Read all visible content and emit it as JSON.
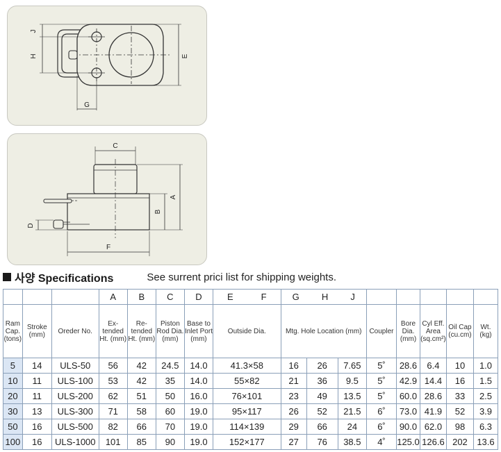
{
  "diagram_top": {
    "labels": {
      "j": "J",
      "h": "H",
      "e": "E",
      "g": "G"
    }
  },
  "diagram_bottom": {
    "labels": {
      "c": "C",
      "a": "A",
      "b": "B",
      "d": "D",
      "f": "F"
    }
  },
  "heading": {
    "title": "사양 Specifications",
    "note": "See surrent prici list for shipping weights."
  },
  "table": {
    "letters": {
      "a": "A",
      "b": "B",
      "c": "C",
      "d": "D",
      "e": "E",
      "f": "F",
      "g": "G",
      "h": "H",
      "j": "J"
    },
    "headers": {
      "ram_cap": "Ram Cap. (tons)",
      "stroke": "Stroke (mm)",
      "order_no": "Oreder No.",
      "extended_ht": "Ex- tended Ht. (mm)",
      "retended_ht": "Re- tended Ht. (mm)",
      "piston_rod_dia": "Piston Rod Dia. (mm)",
      "base_to_inlet": "Base to Inlet Port (mm)",
      "outside_dia": "Outside Dia.",
      "mtg_hole": "Mtg. Hole Location (mm)",
      "coupler": "Coupler",
      "bore_dia": "Bore Dia. (mm)",
      "cyl_eff_area": "Cyl Eff. Area (sq.cm²)",
      "oil_cap": "Oil Cap (cu.cm)",
      "wt": "Wt. (kg)"
    },
    "rows": [
      [
        "5",
        "14",
        "ULS-50",
        "56",
        "42",
        "24.5",
        "14.0",
        "41.3×58",
        "16",
        "26",
        "7.65",
        "5˚",
        "28.6",
        "6.4",
        "10",
        "1.0"
      ],
      [
        "10",
        "11",
        "ULS-100",
        "53",
        "42",
        "35",
        "14.0",
        "55×82",
        "21",
        "36",
        "9.5",
        "5˚",
        "42.9",
        "14.4",
        "16",
        "1.5"
      ],
      [
        "20",
        "11",
        "ULS-200",
        "62",
        "51",
        "50",
        "16.0",
        "76×101",
        "23",
        "49",
        "13.5",
        "5˚",
        "60.0",
        "28.6",
        "33",
        "2.5"
      ],
      [
        "30",
        "13",
        "ULS-300",
        "71",
        "58",
        "60",
        "19.0",
        "95×117",
        "26",
        "52",
        "21.5",
        "6˚",
        "73.0",
        "41.9",
        "52",
        "3.9"
      ],
      [
        "50",
        "16",
        "ULS-500",
        "82",
        "66",
        "70",
        "19.0",
        "114×139",
        "29",
        "66",
        "24",
        "6˚",
        "90.0",
        "62.0",
        "98",
        "6.3"
      ],
      [
        "100",
        "16",
        "ULS-1000",
        "101",
        "85",
        "90",
        "19.0",
        "152×177",
        "27",
        "76",
        "38.5",
        "4˚",
        "125.0",
        "126.6",
        "202",
        "13.6"
      ]
    ]
  }
}
